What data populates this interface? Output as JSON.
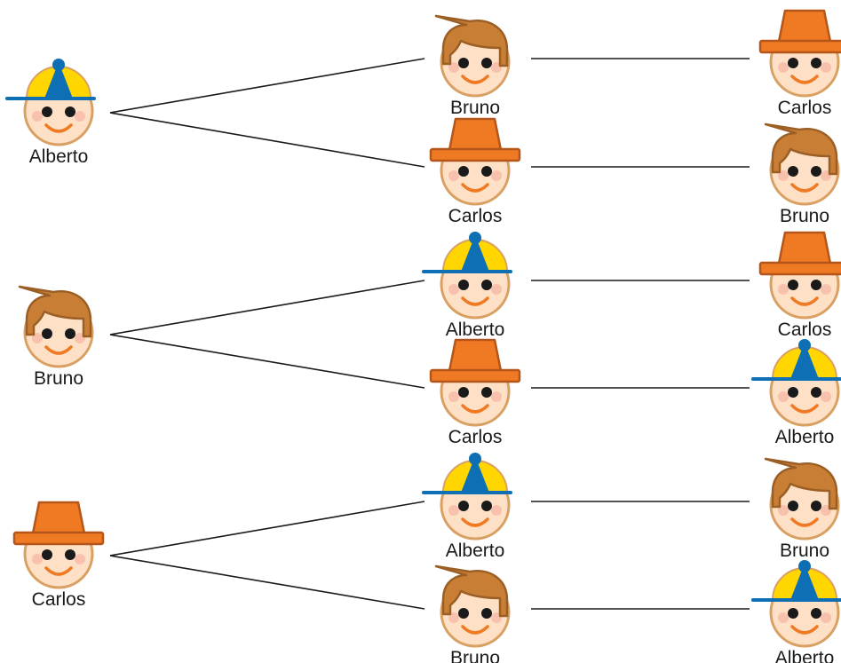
{
  "colors": {
    "skin": "#fde0c5",
    "skin_outline": "#d9a064",
    "eye": "#1a1a1a",
    "mouth": "#f07a23",
    "cheek": "#f5b3a3",
    "hair": "#c87f35",
    "hair_outline": "#9b5e25",
    "orange_hat": "#f07a23",
    "orange_hat_outline": "#b4561a",
    "cap_yellow": "#ffd600",
    "cap_blue": "#0e6fb5",
    "edge": "#1a1a1a"
  },
  "characters": {
    "alberto": {
      "name": "Alberto",
      "icon": "propeller-cap-face-icon"
    },
    "bruno": {
      "name": "Bruno",
      "icon": "brown-hair-face-icon"
    },
    "carlos": {
      "name": "Carlos",
      "icon": "orange-hat-face-icon"
    }
  },
  "tree": [
    {
      "root": "alberto",
      "branches": [
        {
          "second": "bruno",
          "third": "carlos"
        },
        {
          "second": "carlos",
          "third": "bruno"
        }
      ]
    },
    {
      "root": "bruno",
      "branches": [
        {
          "second": "alberto",
          "third": "carlos"
        },
        {
          "second": "carlos",
          "third": "alberto"
        }
      ]
    },
    {
      "root": "carlos",
      "branches": [
        {
          "second": "alberto",
          "third": "bruno"
        },
        {
          "second": "bruno",
          "third": "alberto"
        }
      ]
    }
  ]
}
